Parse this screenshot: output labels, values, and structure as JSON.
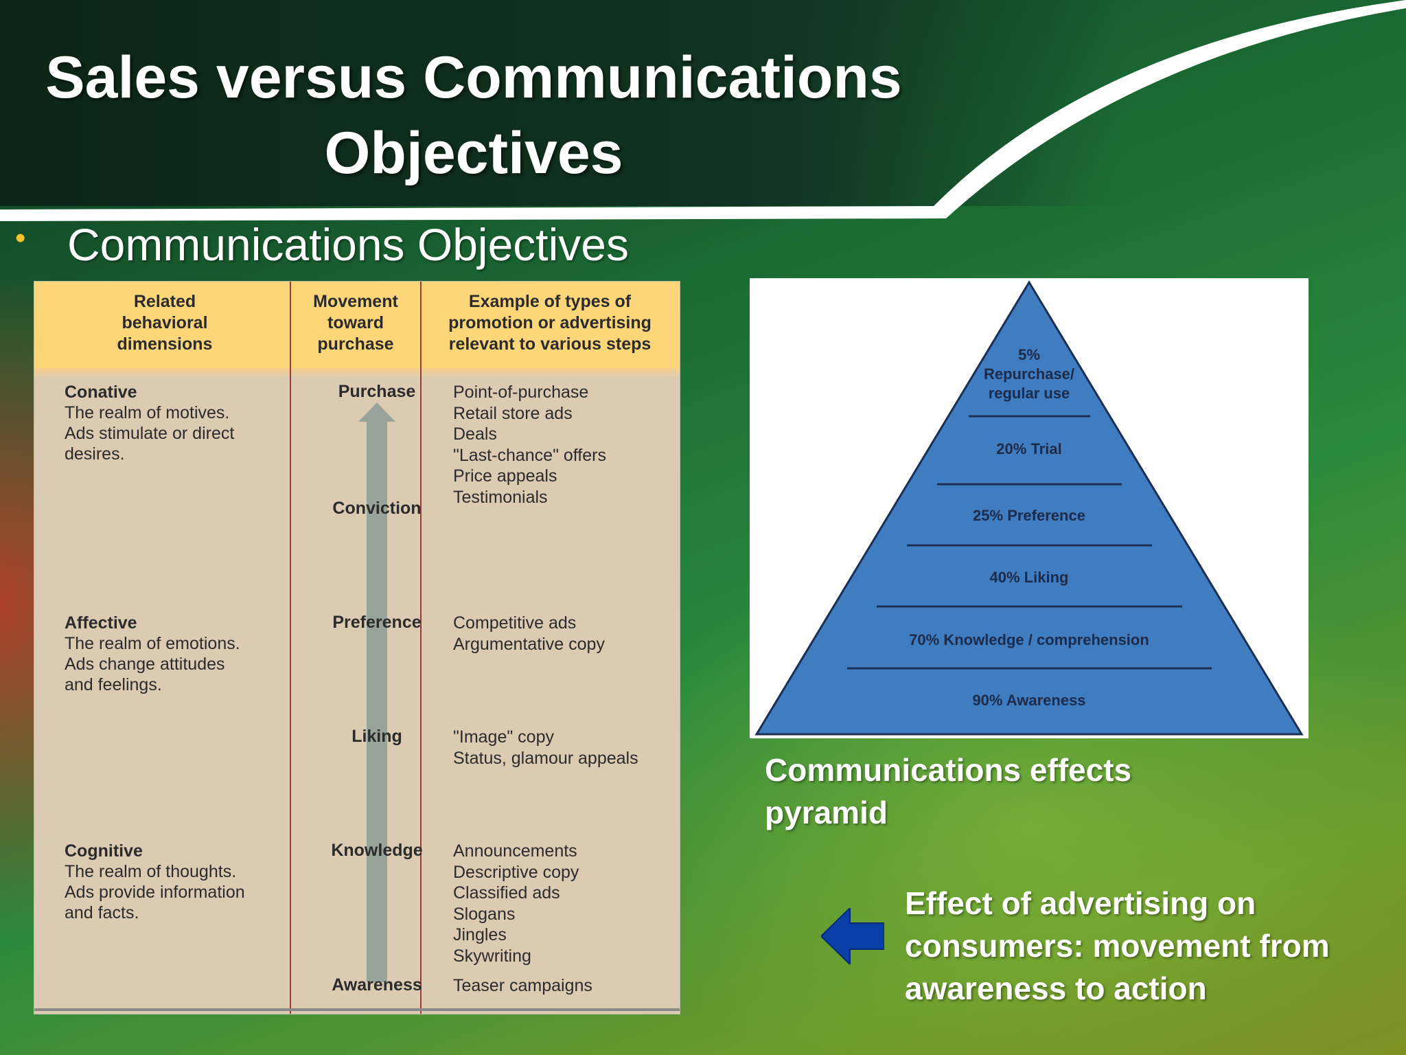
{
  "title": "Sales versus Communications\nObjectives",
  "bullet": {
    "marker": "•",
    "text": "Communications Objectives"
  },
  "table": {
    "headers": [
      "Related\nbehavioral\ndimensions",
      "Movement\ntoward\npurchase",
      "Example of types of\npromotion or advertising\nrelevant to various steps"
    ],
    "dimensions": [
      {
        "name": "Conative",
        "description": "The realm of motives.\nAds stimulate or direct\ndesires."
      },
      {
        "name": "Affective",
        "description": "The realm of emotions.\nAds change attitudes\nand feelings."
      },
      {
        "name": "Cognitive",
        "description": "The realm of thoughts.\nAds provide information\nand facts."
      }
    ],
    "steps": [
      "Purchase",
      "Conviction",
      "Preference",
      "Liking",
      "Knowledge",
      "Awareness"
    ],
    "examples": [
      [
        "Point-of-purchase",
        "Retail store ads",
        "Deals",
        "\"Last-chance\" offers",
        "Price appeals",
        "Testimonials"
      ],
      [
        "Competitive ads",
        "Argumentative copy"
      ],
      [
        "\"Image\" copy",
        "Status, glamour appeals"
      ],
      [
        "Announcements",
        "Descriptive copy",
        "Classified ads",
        "Slogans",
        "Jingles",
        "Skywriting"
      ],
      [
        "Teaser campaigns"
      ]
    ]
  },
  "pyramid": {
    "levels": [
      "5%\nRepurchase/\nregular use",
      "20% Trial",
      "25% Preference",
      "40% Liking",
      "70% Knowledge / comprehension",
      "90% Awareness"
    ],
    "fill_color": "#3f7cc0",
    "caption": "Communications effects\npyramid"
  },
  "effect_note": {
    "text": "Effect of advertising on\nconsumers: movement from\nawareness to action",
    "icon": "left-arrow-icon",
    "icon_color": "#0a3fa8"
  }
}
